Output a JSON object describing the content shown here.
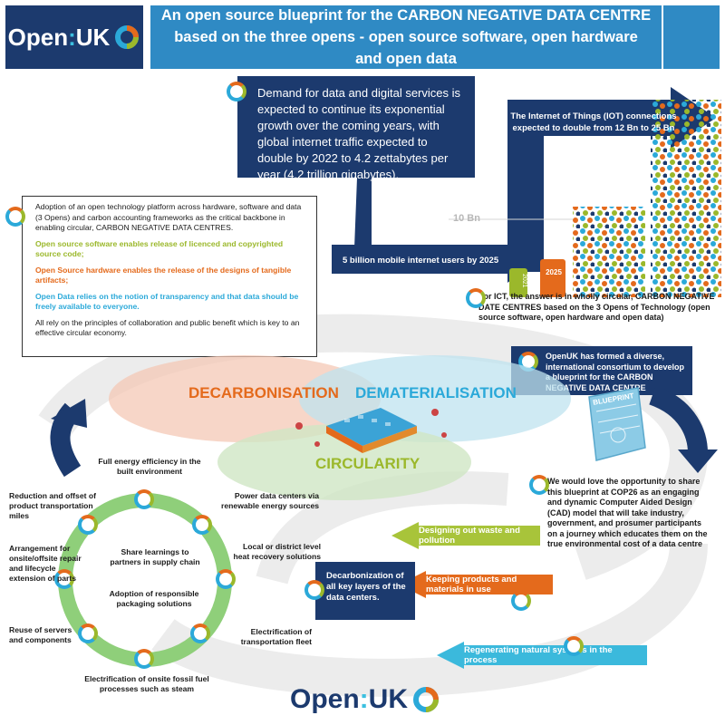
{
  "header": {
    "logo_text_1": "Open",
    "logo_text_2": ":",
    "logo_text_3": "UK",
    "title": "An open source blueprint for the CARBON NEGATIVE DATA CENTRE based on the three opens - open source software, open hardware and open data"
  },
  "demand": {
    "text": "Demand for data and digital services is expected to continue its exponential growth over the coming years, with global internet traffic expected to double by 2022 to 4.2 zettabytes per year (4.2 trillion gigabytes)."
  },
  "chart_labels": {
    "iot": "The Internet of Things (IOT) connections expected to double from 12 Bn to 25 Bn",
    "ten_bn": "10 Bn",
    "mobile": "5 billion mobile internet users by 2025",
    "year_2021": "2021",
    "year_2025": "2025"
  },
  "adoption": {
    "intro": "Adoption of an open technology platform across hardware, software and data (3 Opens) and carbon accounting frameworks as the critical backbone in enabling circular, CARBON NEGATIVE DATA CENTRES.",
    "software": "Open source software enables release of licenced and copyrighted source code;",
    "hardware": "Open Source hardware enables the release of the designs of tangible artifacts;",
    "data": "Open Data relies on the notion of transparency and that data should be freely available to everyone.",
    "closing": "All rely on the principles of collaboration and public benefit which is key to an effective circular economy."
  },
  "ict": {
    "text": "For ICT, the answer is in wholly circular, CARBON NEGATIVE DATE CENTRES based on the 3 Opens of Technology (open source software, open hardware and open data)"
  },
  "openuk_box": {
    "text": "OpenUK has formed a diverse, international consortium to develop a blueprint for the CARBON NEGATIVE DATA CENTRE"
  },
  "blueprint_label": "BLUEPRINT",
  "venn": {
    "decarbonisation": "DECARBONISATION",
    "dematerialisation": "DEMATERIALISATION",
    "circularity": "CIRCULARITY",
    "colors": {
      "decarbonisation": "#f4c8b5",
      "dematerialisation": "#bfe3ef",
      "circularity": "#cfe6c4"
    }
  },
  "cop": {
    "text": "We would love the opportunity to share this blueprint at COP26 as an engaging and dynamic Computer Aided Design (CAD) model that will take industry, government, and prosumer participants on a journey which educates them on the true environmental cost of a data centre"
  },
  "arrows": {
    "green": "Designing out waste and pollution",
    "orange": "Keeping products and materials in use",
    "cyan": "Regenerating natural systems in the process"
  },
  "decarb_box": {
    "text": "Decarbonization of all key layers of the data centers."
  },
  "circle": {
    "inner_1": "Share learnings to partners in supply chain",
    "inner_2": "Adoption of responsible packaging solutions",
    "items": [
      "Full energy efficiency in the built environment",
      "Power data centers via renewable energy sources",
      "Local or district level heat recovery solutions",
      "Electrification of transportation fleet",
      "Electrification of onsite fossil fuel processes such as steam",
      "Reuse of servers and components",
      "Arrangement for onsite/offsite repair and lifecycle extension of parts",
      "Reduction and offset of product transportation miles"
    ]
  },
  "footer": {
    "logo_text_1": "Open",
    "logo_text_2": ":",
    "logo_text_3": "UK"
  },
  "colors": {
    "navy": "#1c3a6e",
    "blue": "#2f8ac4",
    "green": "#9bb82b",
    "orange": "#e46a1c",
    "cyan": "#2ba9d9",
    "light_green": "#8fcf7a"
  }
}
